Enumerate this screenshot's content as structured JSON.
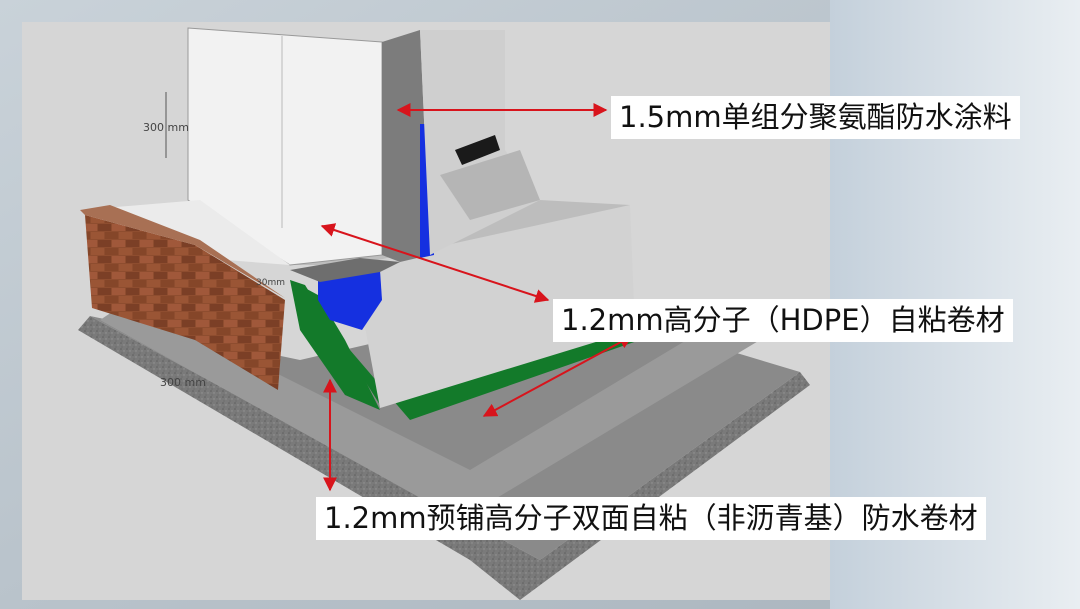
{
  "labels": {
    "coating": "1.5mm单组分聚氨酯防水涂料",
    "hdpe": "1.2mm高分子（HDPE）自粘卷材",
    "prelaid": "1.2mm预铺高分子双面自粘（非沥青基）防水卷材"
  },
  "dimensions": {
    "wall_height": "300 mm",
    "corner_small": "30mm",
    "floor_length": "300 mm"
  },
  "colors": {
    "background": "#b9c3cb",
    "panel": "#d8d8d8",
    "wall_white": "#f2f2f2",
    "concrete": "#d4d4d4",
    "dark_slab": "#6a6a6a",
    "coating_blue": "#1530e0",
    "hdpe_green": "#137a2a",
    "arrow_red": "#d8141c",
    "brick": "#8a4a2c"
  }
}
